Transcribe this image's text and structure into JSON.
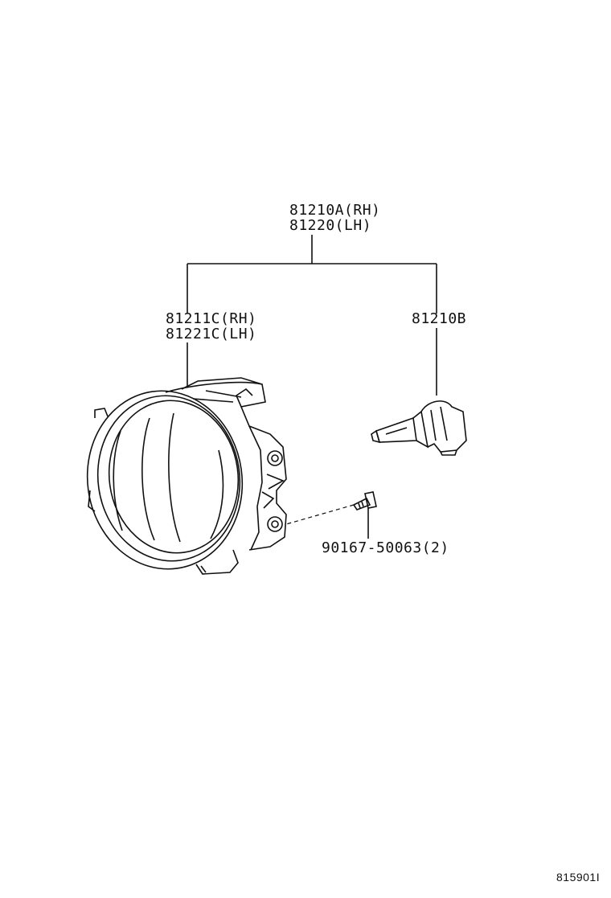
{
  "labels": {
    "assembly_rh": "81210A(RH)",
    "assembly_lh": "81220(LH)",
    "unit_rh": "81211C(RH)",
    "unit_lh": "81221C(LH)",
    "bulb": "81210B",
    "screw": "90167-50063(2)"
  },
  "figure_id": "815901I",
  "colors": {
    "line": "#111111",
    "background": "#ffffff"
  },
  "icons": {
    "fog_lamp": "fog-lamp-housing-icon",
    "bulb": "halogen-bulb-icon",
    "screw": "screw-icon"
  }
}
